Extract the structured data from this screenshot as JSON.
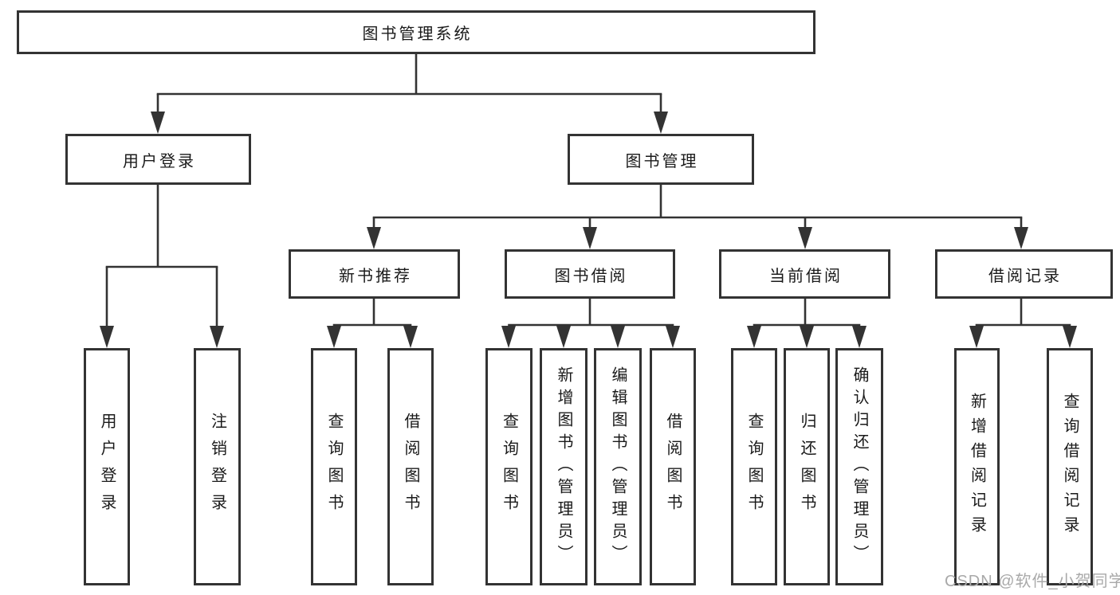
{
  "tree": {
    "root": {
      "label": "图书管理系统"
    },
    "children": [
      {
        "label": "用户登录",
        "children": [
          {
            "label": "用户登录"
          },
          {
            "label": "注销登录"
          }
        ]
      },
      {
        "label": "图书管理",
        "children": [
          {
            "label": "新书推荐",
            "children": [
              {
                "label": "查询图书"
              },
              {
                "label": "借阅图书"
              }
            ]
          },
          {
            "label": "图书借阅",
            "children": [
              {
                "label": "查询图书"
              },
              {
                "label": "新增图书（管理员）"
              },
              {
                "label": "编辑图书（管理员）"
              },
              {
                "label": "借阅图书"
              }
            ]
          },
          {
            "label": "当前借阅",
            "children": [
              {
                "label": "查询图书"
              },
              {
                "label": "归还图书"
              },
              {
                "label": "确认归还（管理员）"
              }
            ]
          },
          {
            "label": "借阅记录",
            "children": [
              {
                "label": "新增借阅记录"
              },
              {
                "label": "查询借阅记录"
              }
            ]
          }
        ]
      }
    ]
  },
  "watermark": {
    "text": "CSDN @软件_小贺同学"
  },
  "colors": {
    "line": "#333333",
    "text": "#1a1a1a",
    "watermark": "#a9a9a9",
    "background": "#ffffff"
  }
}
